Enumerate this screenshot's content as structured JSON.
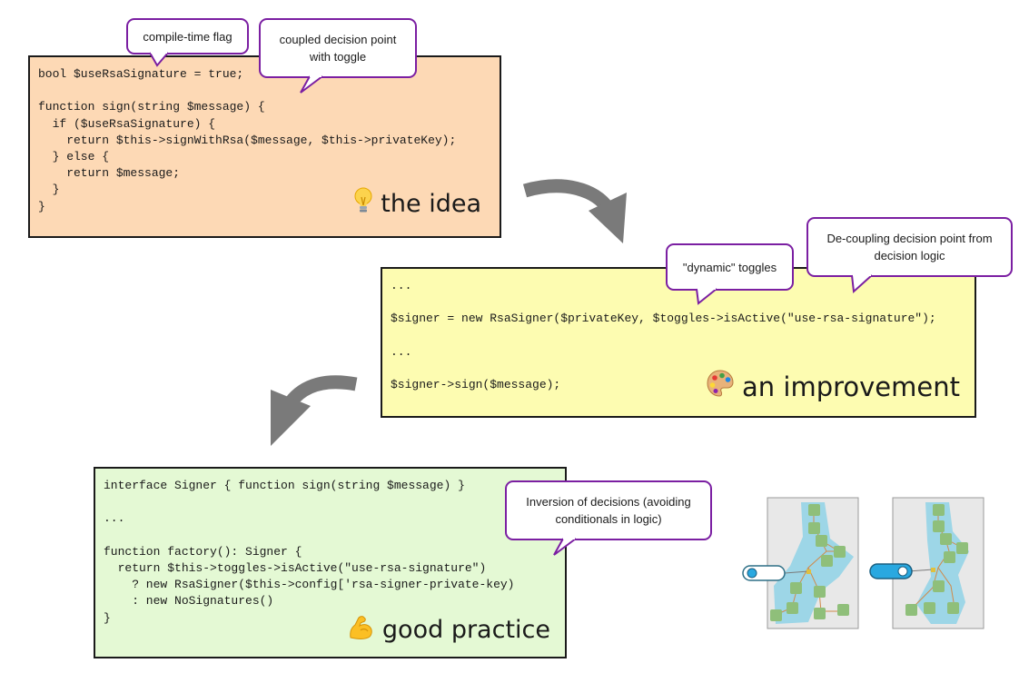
{
  "colors": {
    "idea_bg": "#fdd9b5",
    "improvement_bg": "#fdfcb1",
    "good_bg": "#e4f9d4",
    "bubble_border": "#7b1fa2",
    "arrow": "#7a7a7a",
    "toggle_blue": "#29a8e0",
    "node_green": "#8fbf7a",
    "graph_highlight": "#8fd2e6"
  },
  "idea": {
    "code": [
      "bool $useRsaSignature = true;",
      "",
      "function sign(string $message) {",
      "  if ($useRsaSignature) {",
      "    return $this->signWithRsa($message, $this->privateKey);",
      "  } else {",
      "    return $message;",
      "  }",
      "}"
    ],
    "caption": "the idea",
    "caption_icon": "light-bulb-icon"
  },
  "improvement": {
    "code": [
      "...",
      "",
      "$signer = new RsaSigner($privateKey, $toggles->isActive(\"use-rsa-signature\");",
      "",
      "...",
      "",
      "$signer->sign($message);"
    ],
    "caption": "an improvement",
    "caption_icon": "palette-icon"
  },
  "good": {
    "code": [
      "interface Signer { function sign(string $message) }",
      "",
      "...",
      "",
      "function factory(): Signer {",
      "  return $this->toggles->isActive(\"use-rsa-signature\")",
      "    ? new RsaSigner($this->config['rsa-signer-private-key)",
      "    : new NoSignatures()",
      "}"
    ],
    "caption": "good practice",
    "caption_icon": "flexed-biceps-icon"
  },
  "bubbles": {
    "compile_time": "compile-time flag",
    "coupled": "coupled decision point with toggle",
    "dynamic": "\"dynamic\" toggles",
    "decoupling": "De-coupling decision point from decision logic",
    "inversion": "Inversion of decisions (avoiding conditionals in logic)"
  },
  "graphs": [
    {
      "toggle_state": "off"
    },
    {
      "toggle_state": "on"
    }
  ]
}
